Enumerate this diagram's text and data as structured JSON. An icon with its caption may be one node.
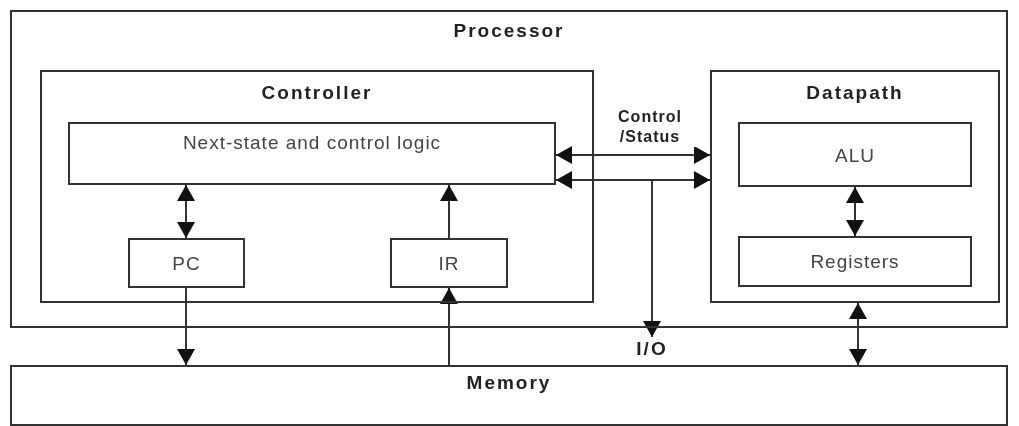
{
  "diagram": {
    "nodes": [
      {
        "text": [
          "Processor"
        ]
      },
      {
        "text": [
          "Controller"
        ],
        "in": 0
      },
      {
        "text": [
          "Next-state and control logic"
        ],
        "in": 1
      },
      {
        "text": [
          "PC"
        ],
        "in": 1
      },
      {
        "text": [
          "IR"
        ],
        "in": 1
      },
      {
        "text": [
          "Datapath"
        ],
        "in": 0
      },
      {
        "text": [
          "ALU"
        ],
        "in": 5
      },
      {
        "text": [
          "Registers"
        ],
        "in": 5
      },
      {
        "text": [
          "Memory"
        ]
      },
      {
        "text": [
          "I/O"
        ]
      }
    ],
    "edges": [
      {
        "from": 2,
        "to": 3,
        "arrow": "both"
      },
      {
        "from": 4,
        "to": 2,
        "arrow": "to"
      },
      {
        "from": 3,
        "to": 8,
        "arrow": "to"
      },
      {
        "from": 8,
        "to": 4,
        "arrow": "to"
      },
      {
        "from": 2,
        "to": 5,
        "arrow": "both",
        "label": "Control /Status"
      },
      {
        "from": 2,
        "to": 5,
        "arrow": "both"
      },
      {
        "from": null,
        "to": 9,
        "arrow": "to"
      },
      {
        "from": 6,
        "to": 7,
        "arrow": "both"
      },
      {
        "from": 5,
        "to": 8,
        "arrow": "both"
      }
    ]
  }
}
